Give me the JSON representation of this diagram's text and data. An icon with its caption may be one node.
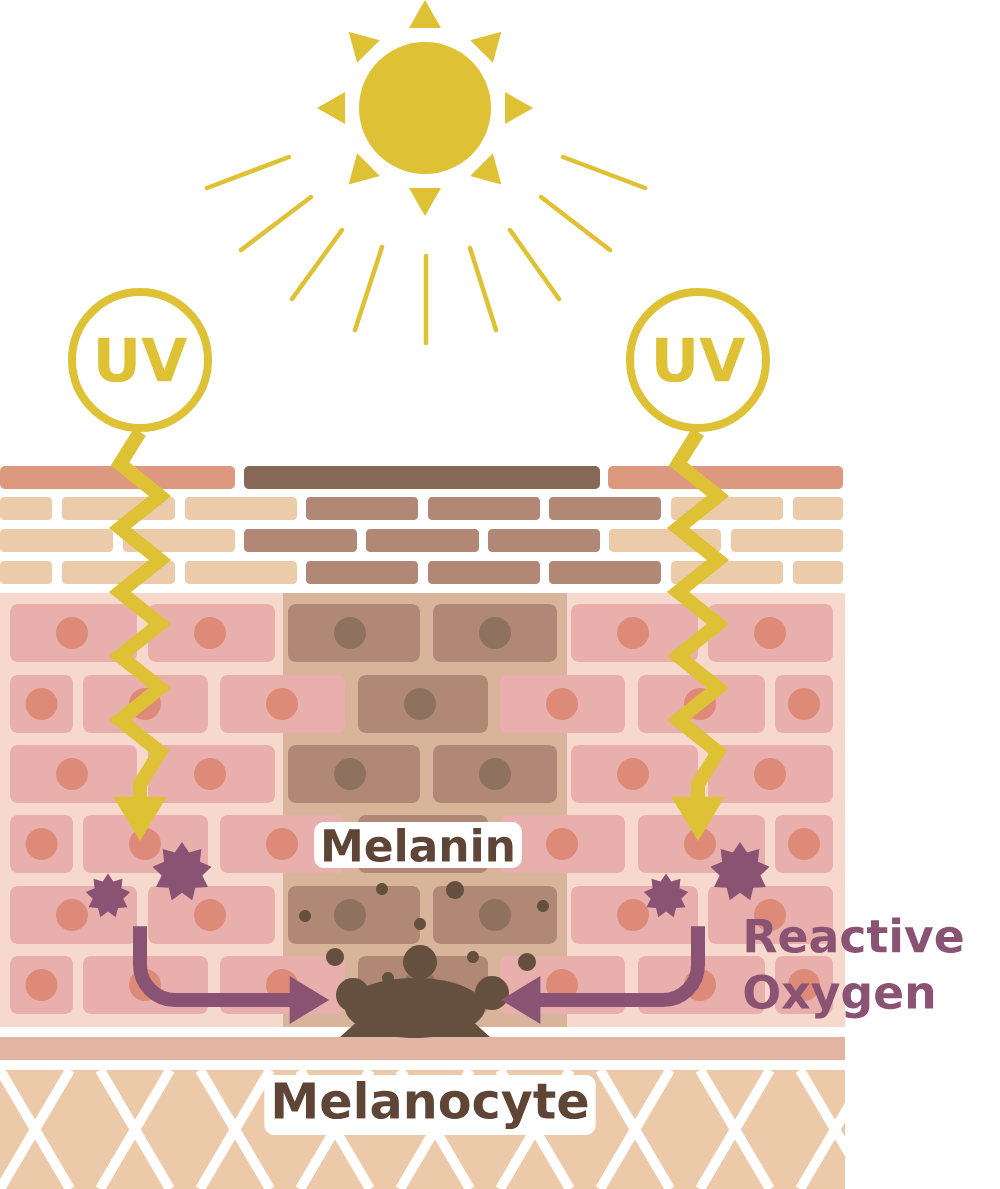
{
  "diagram": {
    "nodes": [
      {
        "text": [
          "UV"
        ]
      },
      {
        "text": [
          "UV"
        ]
      },
      {
        "text": [],
        "shape": "picture"
      },
      {
        "text": [],
        "shape": "picture"
      },
      {
        "text": [],
        "shape": "picture"
      }
    ],
    "edges": [
      {
        "from": 0,
        "to": 2,
        "arrow": "to",
        "color": "#dfc135"
      },
      {
        "from": 1,
        "to": 3,
        "arrow": "to",
        "color": "#dfc135"
      },
      {
        "from": 2,
        "to": 4,
        "arrow": "to",
        "color": "#8a5273"
      },
      {
        "from": 3,
        "to": 4,
        "arrow": "to",
        "color": "#8a5273"
      }
    ],
    "labels": [
      "Melanin",
      "Reactive Oxygen",
      "Melanocyte"
    ]
  }
}
